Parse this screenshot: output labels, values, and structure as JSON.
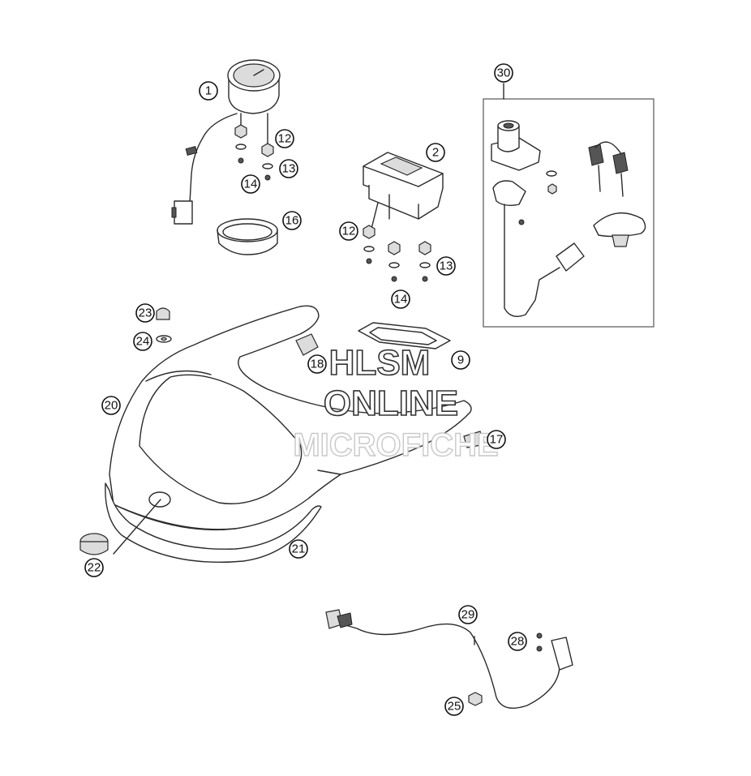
{
  "callouts": {
    "c1": "1",
    "c2": "2",
    "c9": "9",
    "c12a": "12",
    "c12b": "12",
    "c13a": "13",
    "c13b": "13",
    "c14a": "14",
    "c14b": "14",
    "c16": "16",
    "c17": "17",
    "c18": "18",
    "c20": "20",
    "c21": "21",
    "c22": "22",
    "c23": "23",
    "c24": "24",
    "c25": "25",
    "c28": "28",
    "c29": "29",
    "c30": "30"
  },
  "watermark": {
    "line1": "HLSM",
    "line2": "ONLINE",
    "line3": "MICROFICHE"
  }
}
